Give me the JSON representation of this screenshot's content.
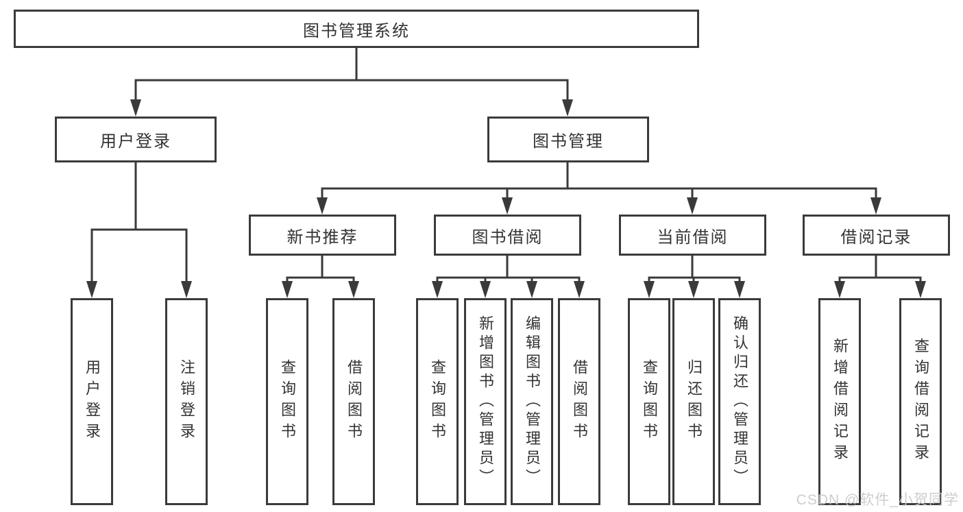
{
  "diagram": {
    "nodes": {
      "root": "图书管理系统",
      "user_login": "用户登录",
      "book_management": "图书管理",
      "new_book_recommend": "新书推荐",
      "book_borrow": "图书借阅",
      "current_borrow": "当前借阅",
      "borrow_record": "借阅记录",
      "leaf_user_login": "用户登录",
      "leaf_logout": "注销登录",
      "leaf_nbr_query": "查询图书",
      "leaf_nbr_borrow": "借阅图书",
      "leaf_bb_query": "查询图书",
      "leaf_bb_add": "新增图书（管理员）",
      "leaf_bb_edit": "编辑图书（管理员）",
      "leaf_bb_borrow": "借阅图书",
      "leaf_cb_query": "查询图书",
      "leaf_cb_return": "归还图书",
      "leaf_cb_confirm": "确认归还（管理员）",
      "leaf_br_add": "新增借阅记录",
      "leaf_br_query": "查询借阅记录"
    }
  },
  "watermark": "CSDN @软件_小贺同学",
  "colors": {
    "line": "#3a3a3a",
    "text": "#333333",
    "background": "#ffffff",
    "watermark": "#c9c9c9"
  }
}
